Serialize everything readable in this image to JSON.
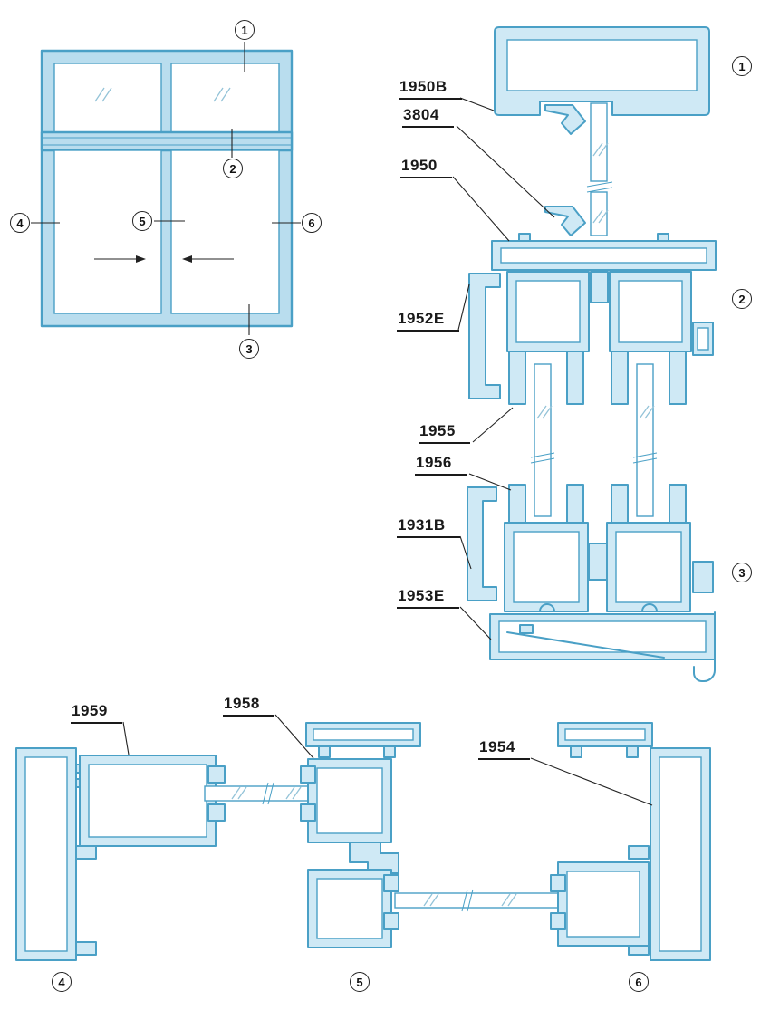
{
  "colors": {
    "profile_stroke": "#4aa0c6",
    "profile_fill": "#cfe9f5",
    "frame_fill": "#b9ddee",
    "annotation": "#1a1a1a"
  },
  "part_labels": {
    "p1950B": "1950B",
    "p3804": "3804",
    "p1950": "1950",
    "p1952E": "1952E",
    "p1955": "1955",
    "p1956": "1956",
    "p1931B": "1931B",
    "p1953E": "1953E",
    "p1959": "1959",
    "p1958": "1958",
    "p1954": "1954"
  },
  "markers": {
    "m1": "1",
    "m2": "2",
    "m3": "3",
    "m4": "4",
    "m5": "5",
    "m6": "6"
  }
}
